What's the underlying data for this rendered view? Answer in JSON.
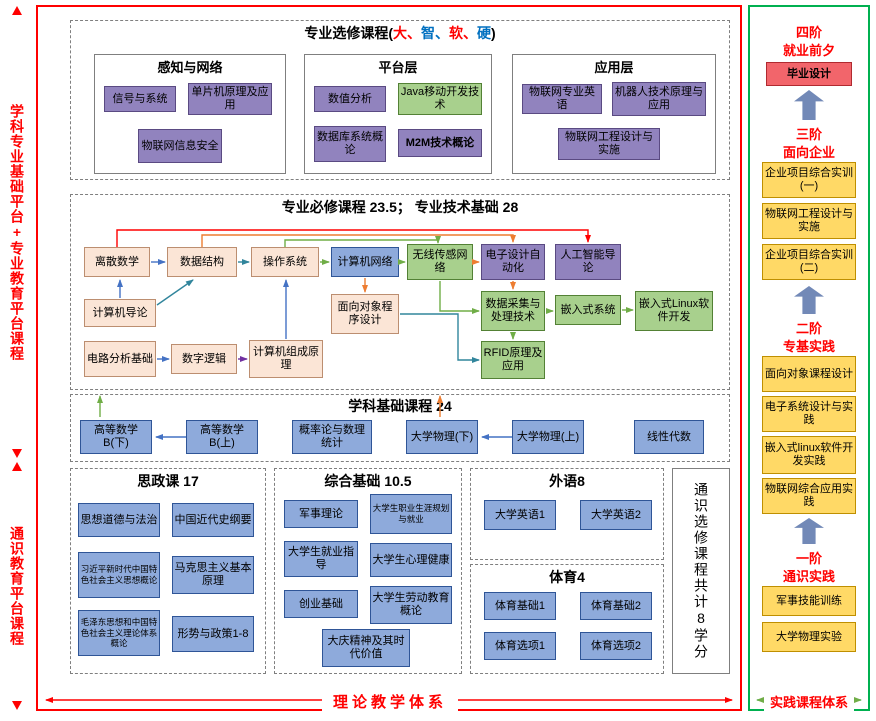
{
  "rail": {
    "top": "学科专业基础平台+专业教育平台课程",
    "bottom": "通识教育平台课程"
  },
  "footer": {
    "theory": "理论教学体系",
    "practice": "实践课程体系"
  },
  "elective": {
    "title_pre": "专业选修课程(",
    "h1": "大、",
    "h2": "智、",
    "h3": "软、",
    "h4": "硬",
    "title_post": ")",
    "g1": {
      "title": "感知与网络",
      "c1": "信号与系统",
      "c2": "单片机原理及应用",
      "c3": "物联网信息安全"
    },
    "g2": {
      "title": "平台层",
      "c1": "数值分析",
      "c2": "Java移动开发技术",
      "c3": "数据库系统概论",
      "c4": "M2M技术概论"
    },
    "g3": {
      "title": "应用层",
      "c1": "物联网专业英语",
      "c2": "机器人技术原理与应用",
      "c3": "物联网工程设计与实施"
    }
  },
  "required": {
    "title": "专业必修课程 23.5； 专业技术基础 28",
    "lisan": "离散数学",
    "shuju": "数据结构",
    "caozuo": "操作系统",
    "jiwang": "计算机网络",
    "wuxian": "无线传感网络",
    "eda": "电子设计自动化",
    "ai": "人工智能导论",
    "jidaolun": "计算机导论",
    "oop": "面向对象程序设计",
    "caiji": "数据采集与处理技术",
    "qrs": "嵌入式系统",
    "linux": "嵌入式Linux软件开发",
    "dianlu": "电路分析基础",
    "shuzi": "数字逻辑",
    "zucheng": "计算机组成原理",
    "rfid": "RFID原理及应用"
  },
  "foundation": {
    "title": "学科基础课程 24",
    "c1": "高等数学B(下)",
    "c2": "高等数学B(上)",
    "c3": "概率论与数理统计",
    "c4": "大学物理(下)",
    "c5": "大学物理(上)",
    "c6": "线性代数"
  },
  "sizheng": {
    "title": "思政课 17",
    "c1": "思想道德与法治",
    "c2": "中国近代史纲要",
    "c3": "习近平新时代中国特色社会主义思想概论",
    "c4": "马克思主义基本原理",
    "c5": "毛泽东思想和中国特色社会主义理论体系概论",
    "c6": "形势与政策1-8"
  },
  "zonghe": {
    "title": "综合基础 10.5",
    "c1": "军事理论",
    "c2": "大学生职业生涯规划与就业",
    "c3": "大学生就业指导",
    "c4": "大学生心理健康",
    "c5": "创业基础",
    "c6": "大学生劳动教育概论",
    "c7": "大庆精神及其时代价值"
  },
  "waiyu": {
    "title": "外语8",
    "c1": "大学英语1",
    "c2": "大学英语2"
  },
  "tiyu": {
    "title": "体育4",
    "c1": "体育基础1",
    "c2": "体育基础2",
    "c3": "体育选项1",
    "c4": "体育选项2"
  },
  "tongshi": {
    "label": "通识选修课程共计8学分"
  },
  "practice": {
    "s4": {
      "num": "四阶",
      "name": "就业前夕",
      "c1": "毕业设计"
    },
    "s3": {
      "num": "三阶",
      "name": "面向企业",
      "c1": "企业项目综合实训(一)",
      "c2": "物联网工程设计与实施",
      "c3": "企业项目综合实训(二)"
    },
    "s2": {
      "num": "二阶",
      "name": "专基实践",
      "c1": "面向对象课程设计",
      "c2": "电子系统设计与实践",
      "c3": "嵌入式linux软件开发实践",
      "c4": "物联网综合应用实践"
    },
    "s1": {
      "num": "一阶",
      "name": "通识实践",
      "c1": "军事技能训练",
      "c2": "大学物理实验"
    }
  },
  "colors": {
    "accent_red": "#ff0000",
    "accent_green": "#00b050",
    "purple_box": "#9183be",
    "peach_box": "#fbe5d6",
    "blue_box": "#8eaadb",
    "green_box": "#a8d08d",
    "yellow_box": "#ffd966",
    "graduation_box": "#f2656b",
    "stage_arrow_blue": "#7289b7"
  }
}
